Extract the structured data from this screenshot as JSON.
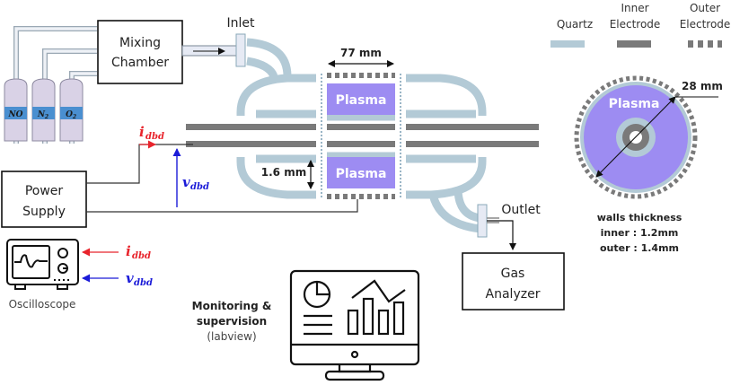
{
  "colors": {
    "quartz": "#b3cad6",
    "inner_electrode": "#7a7a7a",
    "outer_electrode": "#7a7a7a",
    "plasma": "#9d8cf2",
    "current": "#e8242c",
    "voltage": "#1b1bd8",
    "gas_band": "#4a8fd0",
    "cylinder": "#d9d2e6"
  },
  "gas_cylinders": [
    {
      "label": "NO"
    },
    {
      "label": "N",
      "sub": "2"
    },
    {
      "label": "O",
      "sub": "2"
    }
  ],
  "mixing_chamber": {
    "line1": "Mixing",
    "line2": "Chamber"
  },
  "inlet_label": "Inlet",
  "outlet_label": "Outlet",
  "power_supply": {
    "line1": "Power",
    "line2": "Supply"
  },
  "signals": {
    "current": {
      "base": "i",
      "sub": "dbd"
    },
    "voltage": {
      "base": "v",
      "sub": "dbd"
    }
  },
  "oscilloscope_label": "Oscilloscope",
  "reactor": {
    "length": "77 mm",
    "gap": "1.6 mm",
    "plasma_label": "Plasma"
  },
  "legend": [
    {
      "label_line1": "",
      "label_line2": "Quartz",
      "style": "solid-light"
    },
    {
      "label_line1": "Inner",
      "label_line2": "Electrode",
      "style": "solid-dark"
    },
    {
      "label_line1": "Outer",
      "label_line2": "Electrode",
      "style": "dashed-dark"
    }
  ],
  "cross_section": {
    "diameter": "28 mm",
    "plasma_label": "Plasma",
    "walls_title": "walls thickness",
    "inner_wall": "inner : 1.2mm",
    "outer_wall": "outer : 1.4mm"
  },
  "gas_analyzer": {
    "line1": "Gas",
    "line2": "Analyzer"
  },
  "monitoring": {
    "line1": "Monitoring &",
    "line2": "supervision",
    "line3": "(labview)"
  }
}
